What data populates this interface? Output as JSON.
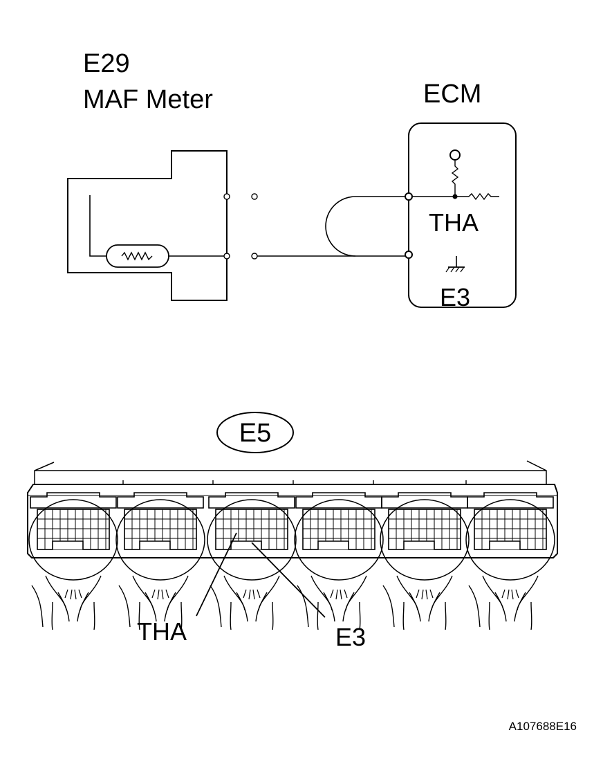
{
  "sensor": {
    "connector_code": "E29",
    "name": "MAF Meter"
  },
  "ecm": {
    "label": "ECM",
    "pin_upper": "THA",
    "pin_lower": "E3"
  },
  "connector": {
    "code": "E5",
    "pointer_left": "THA",
    "pointer_right": "E3"
  },
  "figure_id": "A107688E16",
  "connector_block_count": 6
}
